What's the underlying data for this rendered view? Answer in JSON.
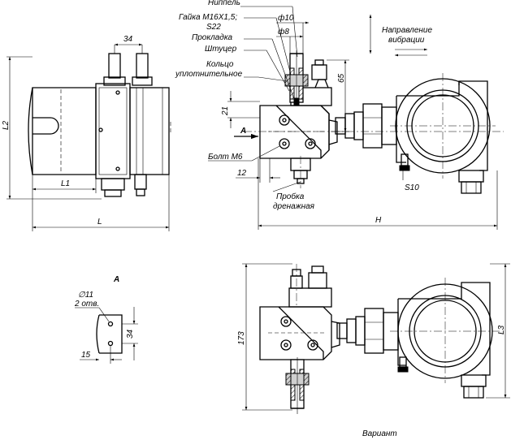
{
  "labels": {
    "nippel": "Ниппель",
    "gaika": "Гайка М16Х1,5;",
    "s22": "S22",
    "prokladka": "Прокладка",
    "shtutser": "Штуцер",
    "koltso1": "Кольцо",
    "koltso2": "уплотнительное",
    "bolt": "Болт  М6",
    "probka1": "Пробка",
    "probka2": "дренажная",
    "s10": "S10",
    "napr1": "Направление",
    "napr2": "вибрации",
    "variant": "Вариант",
    "view_a": "А",
    "view_a_arrow": "А",
    "hole_dia": "∅11",
    "hole_count": "2 отв."
  },
  "dims": {
    "d34_top": "34",
    "L2": "L2",
    "L1": "L1",
    "L": "L",
    "phi10": "ф10",
    "phi8": "ф8",
    "d65": "65",
    "d21": "21",
    "d12": "12",
    "H": "H",
    "d173": "173",
    "L3": "L3",
    "d34_small": "34",
    "d15": "15"
  }
}
